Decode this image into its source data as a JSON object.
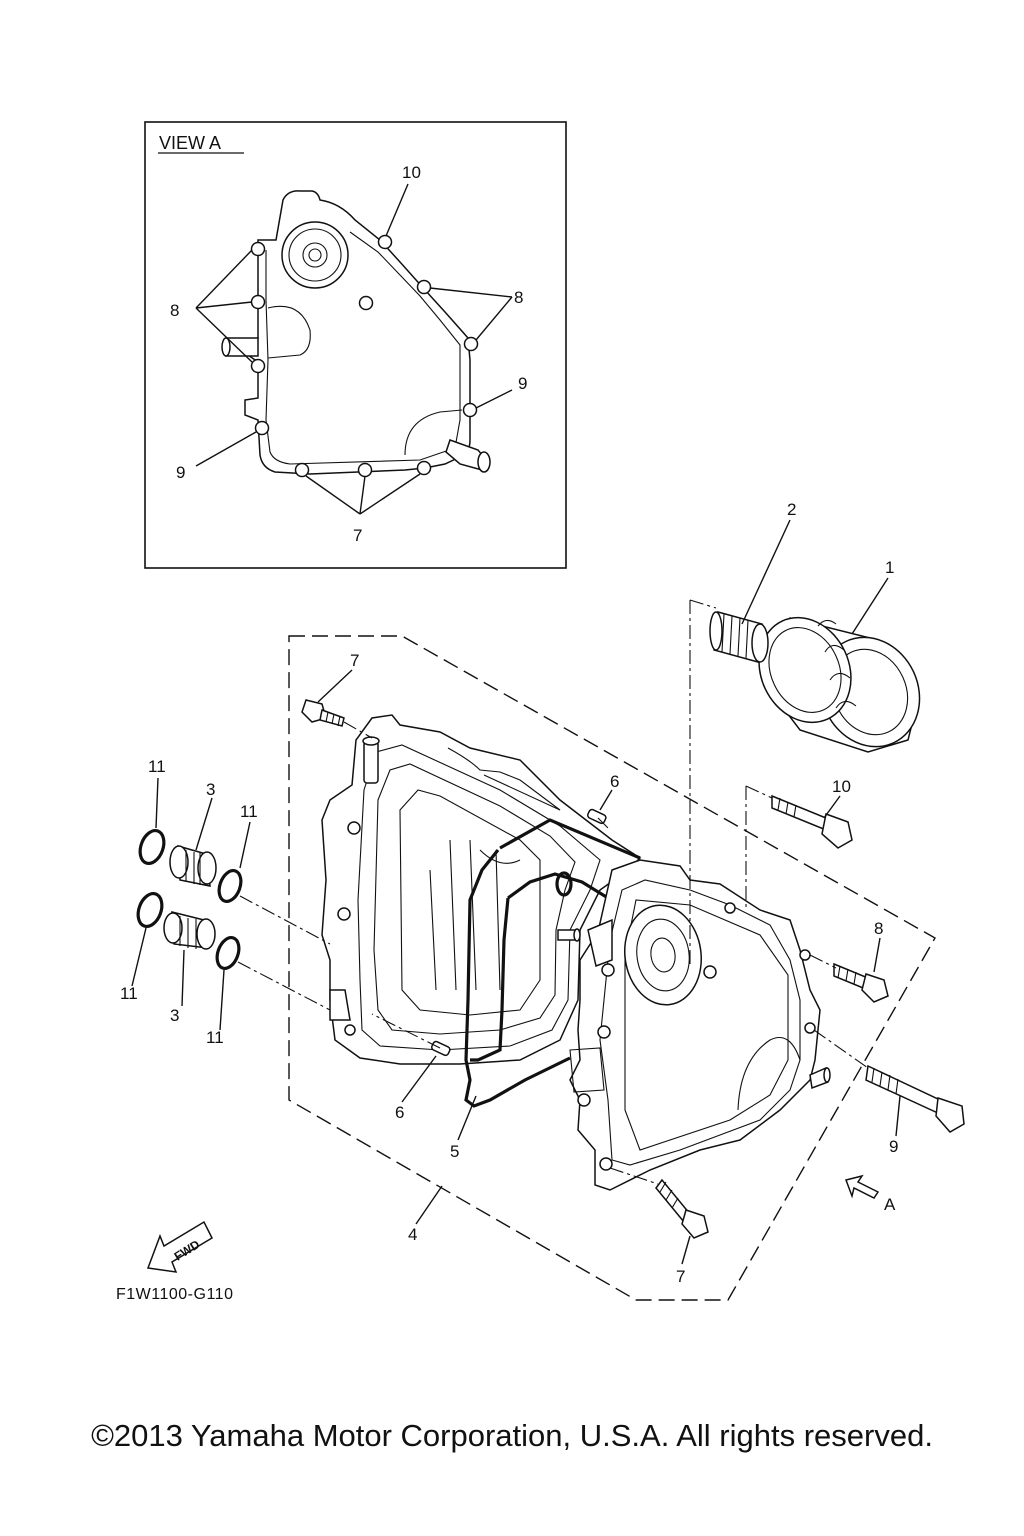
{
  "inset": {
    "title": "VIEW A",
    "callouts": {
      "bolt10": "10",
      "bolts8_left": "8",
      "bolts8_right": "8",
      "bolt9_right": "9",
      "bolt9_left": "9",
      "bolts7": "7"
    }
  },
  "parts": {
    "p1": "1",
    "p2": "2",
    "p3_top": "3",
    "p3_bottom": "3",
    "p4": "4",
    "p5": "5",
    "p6_top": "6",
    "p6_bottom": "6",
    "p7_top": "7",
    "p7_bottom": "7",
    "p8": "8",
    "p9": "9",
    "p10": "10",
    "p11_a": "11",
    "p11_b": "11",
    "p11_c": "11",
    "p11_d": "11"
  },
  "view_arrow_label": "A",
  "fwd_label": "FWD",
  "figure_code": "F1W1100-G110",
  "copyright": "©2013 Yamaha Motor Corporation, U.S.A. All rights reserved.",
  "icons": [
    "fwd-arrow-icon",
    "view-a-arrow-icon"
  ]
}
